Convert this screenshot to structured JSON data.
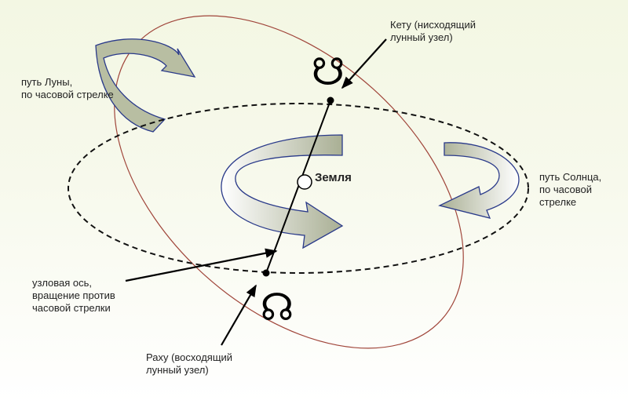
{
  "labels": {
    "ketu": [
      "Кету (нисходящий",
      "лунный узел)"
    ],
    "moon_path": [
      "путь Луны,",
      "по часовой стрелке"
    ],
    "earth": "Земля",
    "sun_path": [
      "путь Солнца,",
      "по часовой",
      "стрелке"
    ],
    "nodal_axis": [
      "узловая ось,",
      "вращение против",
      "часовой стрелки"
    ],
    "rahu": [
      "Раху (восходящий",
      "лунный узел)"
    ]
  },
  "symbols": {
    "ketu": "☋",
    "rahu": "☊"
  },
  "colors": {
    "moon_orbit": "#a0453a",
    "ecliptic": "#111111",
    "arrow_fill": "#c4c9ae",
    "arrow_stroke": "#2a3a8a"
  }
}
